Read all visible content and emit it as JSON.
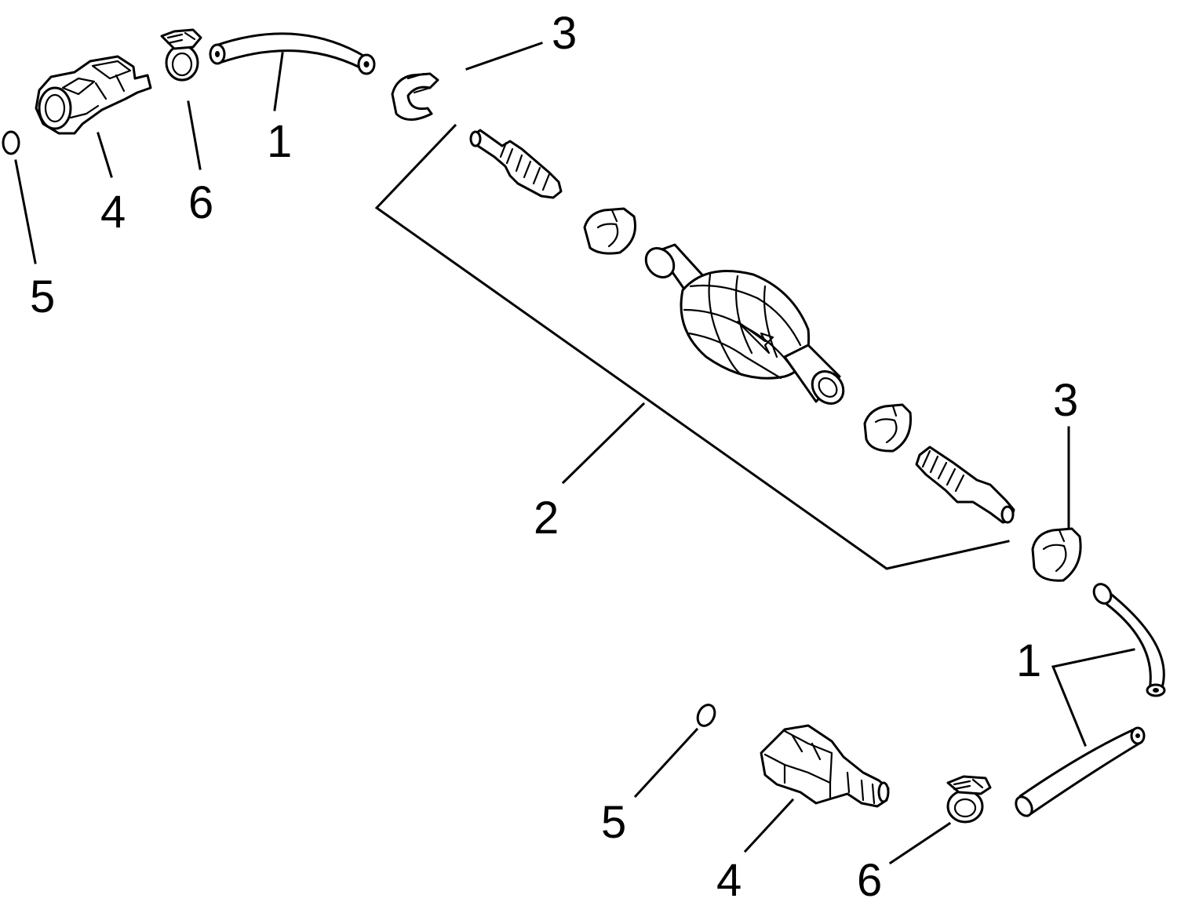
{
  "diagram": {
    "callouts": {
      "top_hose": "1",
      "bottom_hose": "1",
      "primer_bulb_assembly": "2",
      "top_right_clamp": "3",
      "right_clamp": "3",
      "top_connector": "4",
      "bottom_connector": "4",
      "top_o_ring": "5",
      "bottom_o_ring": "5",
      "top_hose_clamp": "6",
      "bottom_hose_clamp": "6"
    }
  }
}
